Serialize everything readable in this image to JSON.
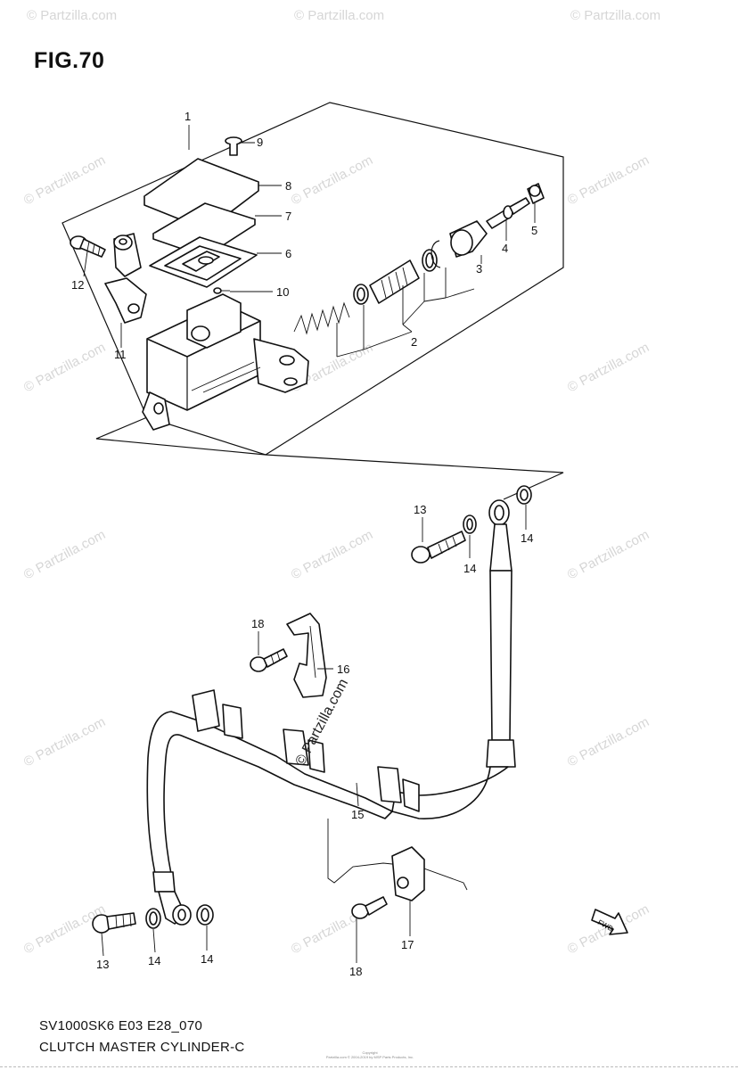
{
  "figure": {
    "title": "FIG.70",
    "model_code": "SV1000SK6 E03 E28_070",
    "part_name": "CLUTCH MASTER CYLINDER-C",
    "copyright_line1": "Copyright",
    "copyright_line2": "Partzilla.com © 2004-2019 by MSP Parts Products, Inc.",
    "fwd_label": "FWD"
  },
  "watermark": {
    "text": "© Partzilla.com",
    "center_text": "© Partzilla.com"
  },
  "callouts": [
    {
      "id": "c1",
      "label": "1"
    },
    {
      "id": "c9",
      "label": "9"
    },
    {
      "id": "c8",
      "label": "8"
    },
    {
      "id": "c7",
      "label": "7"
    },
    {
      "id": "c6",
      "label": "6"
    },
    {
      "id": "c12",
      "label": "12"
    },
    {
      "id": "c10",
      "label": "10"
    },
    {
      "id": "c11",
      "label": "11"
    },
    {
      "id": "c5",
      "label": "5"
    },
    {
      "id": "c4",
      "label": "4"
    },
    {
      "id": "c3",
      "label": "3"
    },
    {
      "id": "c2",
      "label": "2"
    },
    {
      "id": "c13a",
      "label": "13"
    },
    {
      "id": "c14a",
      "label": "14"
    },
    {
      "id": "c14b",
      "label": "14"
    },
    {
      "id": "c18a",
      "label": "18"
    },
    {
      "id": "c16",
      "label": "16"
    },
    {
      "id": "c15",
      "label": "15"
    },
    {
      "id": "c13b",
      "label": "13"
    },
    {
      "id": "c14c",
      "label": "14"
    },
    {
      "id": "c14d",
      "label": "14"
    },
    {
      "id": "c17",
      "label": "17"
    },
    {
      "id": "c18b",
      "label": "18"
    }
  ]
}
